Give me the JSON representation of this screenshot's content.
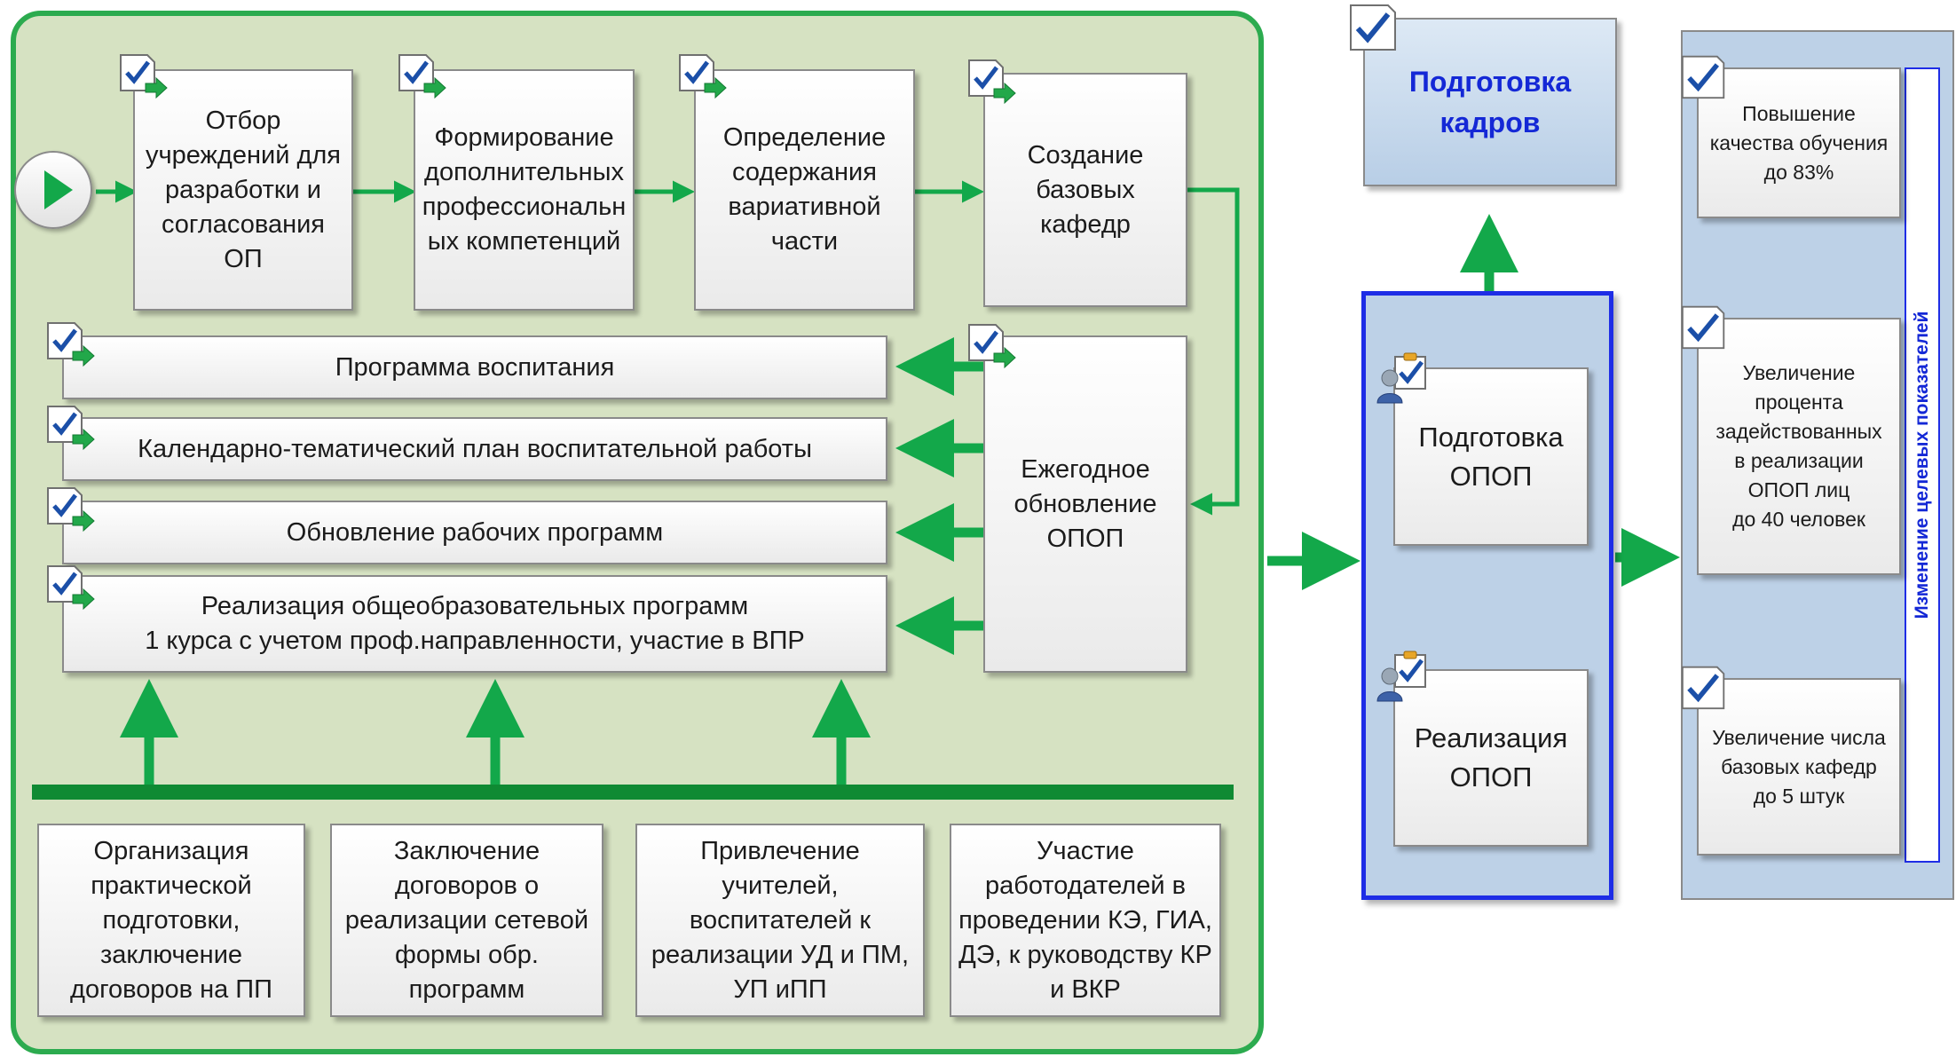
{
  "colors": {
    "green": "#13a84a",
    "dark_green": "#0f8a33",
    "panel_fill": "#d6e2c2",
    "blue": "#1e2de6",
    "blue_fill": "#bdd1e7"
  },
  "icons": {
    "task": "checkmark-arrow-icon",
    "check": "checkmark-icon",
    "person": "person-check-icon",
    "start": "play-icon"
  },
  "steps": [
    {
      "label": "Отбор\nучреждений для\nразработки и\nсогласования\nОП"
    },
    {
      "label": "Формирование\nдополнительных\nпрофессиональн\nых компетенций"
    },
    {
      "label": "Определение\nсодержания\nвариативной\nчасти"
    },
    {
      "label": "Создание\nбазовых\nкафедр"
    }
  ],
  "bars": [
    {
      "label": "Программа воспитания"
    },
    {
      "label": "Календарно-тематический план воспитательной работы"
    },
    {
      "label": "Обновление рабочих программ"
    },
    {
      "label": "Реализация общеобразовательных программ\n1 курса с учетом проф.направленности, участие в ВПР"
    }
  ],
  "annual": {
    "label": "Ежегодное\nобновление\nОПОП"
  },
  "supports": [
    {
      "label": "Организация\nпрактической\nподготовки,\nзаключение\nдоговоров на ПП"
    },
    {
      "label": "Заключение\nдоговоров  о\nреализации сетевой\nформы обр.\nпрограмм"
    },
    {
      "label": "Привлечение\nучителей,\nвоспитателей к\nреализации УД и ПМ,\nУП иПП"
    },
    {
      "label": "Участие\nработодателей  в\nпроведении КЭ, ГИА,\nДЭ, к руководству КР\nи ВКР"
    }
  ],
  "training": {
    "label": "Подготовка\nкадров"
  },
  "opop": {
    "prepare": {
      "label": "Подготовка\nОПОП"
    },
    "implement": {
      "label": "Реализация\nОПОП"
    }
  },
  "goals": {
    "vertical_label": "Изменение целевых показателей",
    "items": [
      {
        "label": "Повышение\nкачества обучения\nдо 83%"
      },
      {
        "label": "Увеличение\nпроцента\nзадействованных\nв реализации\nОПОП лиц\nдо 40 человек"
      },
      {
        "label": "Увеличение числа\nбазовых кафедр\nдо 5 штук"
      }
    ]
  }
}
